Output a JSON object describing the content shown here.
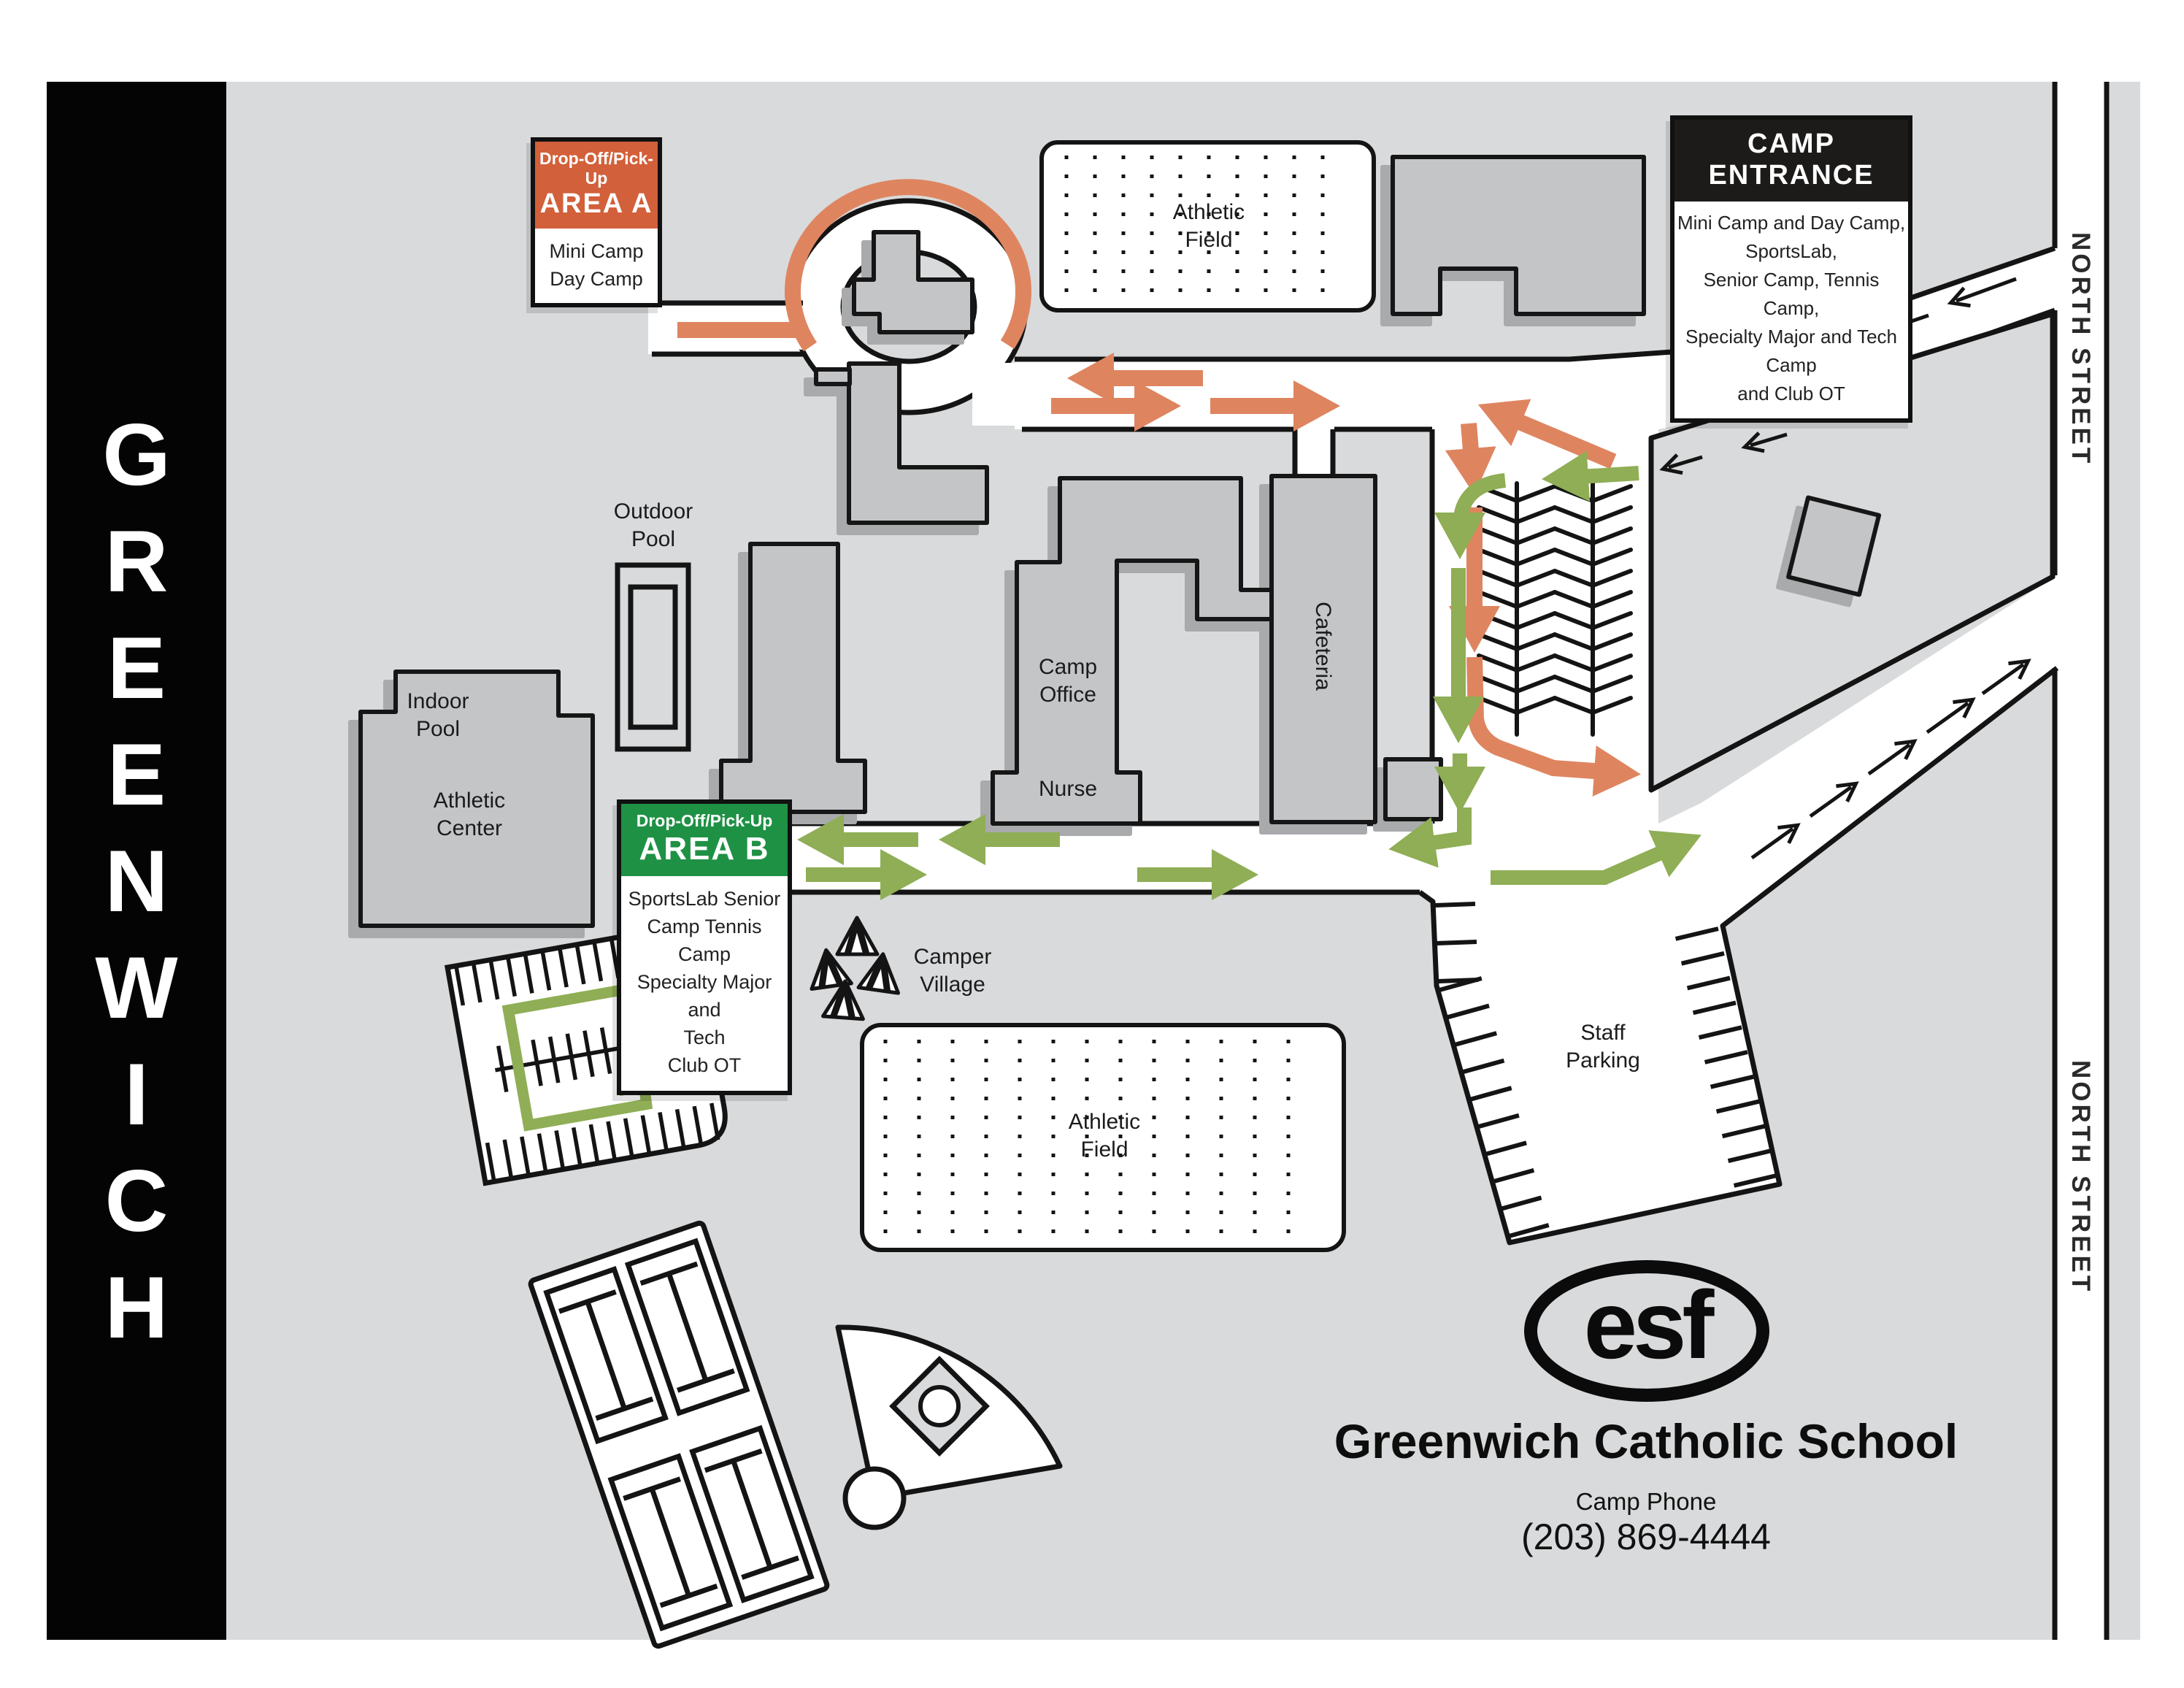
{
  "banner": {
    "text": "GREENWICH"
  },
  "streets": {
    "north_street_top": "NORTH STREET",
    "north_street_bottom": "NORTH STREET"
  },
  "areas": {
    "area_a": {
      "tag": "Drop-Off/Pick-Up",
      "name": "AREA A",
      "body": [
        "Mini Camp",
        "Day Camp"
      ]
    },
    "area_b": {
      "tag": "Drop-Off/Pick-Up",
      "name": "AREA B",
      "body": [
        "SportsLab Senior",
        "Camp Tennis Camp",
        "Specialty Major and",
        "Tech",
        "Club OT"
      ]
    },
    "camp_entrance": {
      "title": "CAMP ENTRANCE",
      "title_line1": "CAMP",
      "title_line2": "ENTRANCE",
      "body": [
        "Mini Camp and Day Camp,",
        "SportsLab,",
        "Senior Camp, Tennis Camp,",
        "Specialty Major and Tech Camp",
        "and Club OT"
      ]
    }
  },
  "labels": {
    "athletic_field_top": "Athletic Field",
    "athletic_field_bottom": "Athletic Field",
    "outdoor_pool": "Outdoor Pool",
    "indoor_pool": "Indoor Pool",
    "athletic_center": "Athletic Center",
    "camp_office": "Camp Office",
    "nurse": "Nurse",
    "cafeteria": "Cafeteria",
    "camper_village": "Camper Village",
    "staff_parking": "Staff Parking"
  },
  "footer": {
    "logo": "esf",
    "school": "Greenwich Catholic School",
    "phone_label": "Camp Phone",
    "phone": "(203) 869-4444"
  },
  "colors": {
    "orange_header": "#d2603a",
    "route_orange": "#de8560",
    "green_header": "#1f9145",
    "route_green": "#8fae55",
    "map_background": "#d9dadb",
    "building": "#c3c5c7",
    "building_shadow": "#a8aaac",
    "line": "#141414"
  }
}
